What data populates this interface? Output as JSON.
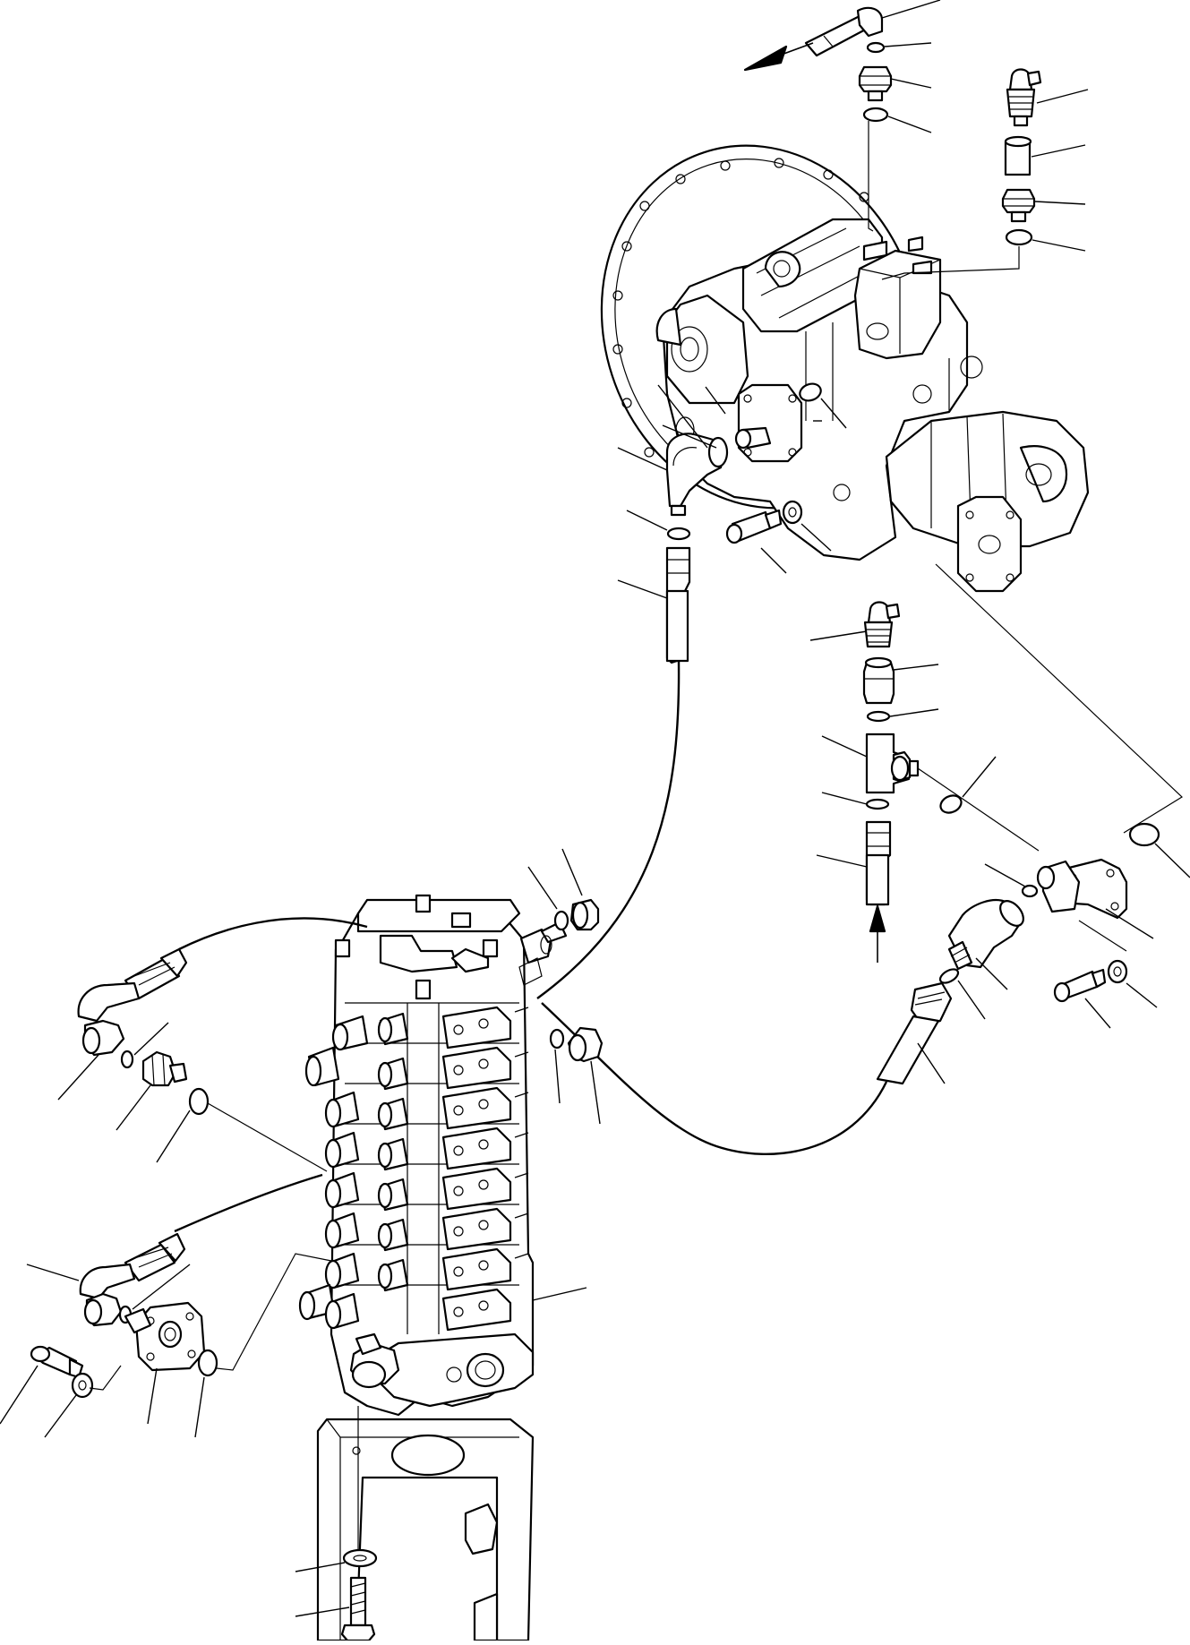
{
  "diagram": {
    "ink_color": "#000000",
    "paper_color": "#ffffff",
    "arrows": [
      "flow-arrow-up-left",
      "flow-arrow-up"
    ],
    "parts": [
      "main-pump",
      "control-valve",
      "valve-mount-bracket",
      "pump-delivery-hose",
      "control-valve-hose",
      "pressure-sensor",
      "elbow-fitting",
      "split-flange",
      "o-ring",
      "socket-head-bolt",
      "washer",
      "plug",
      "tee-fitting",
      "connector",
      "adapter"
    ]
  }
}
